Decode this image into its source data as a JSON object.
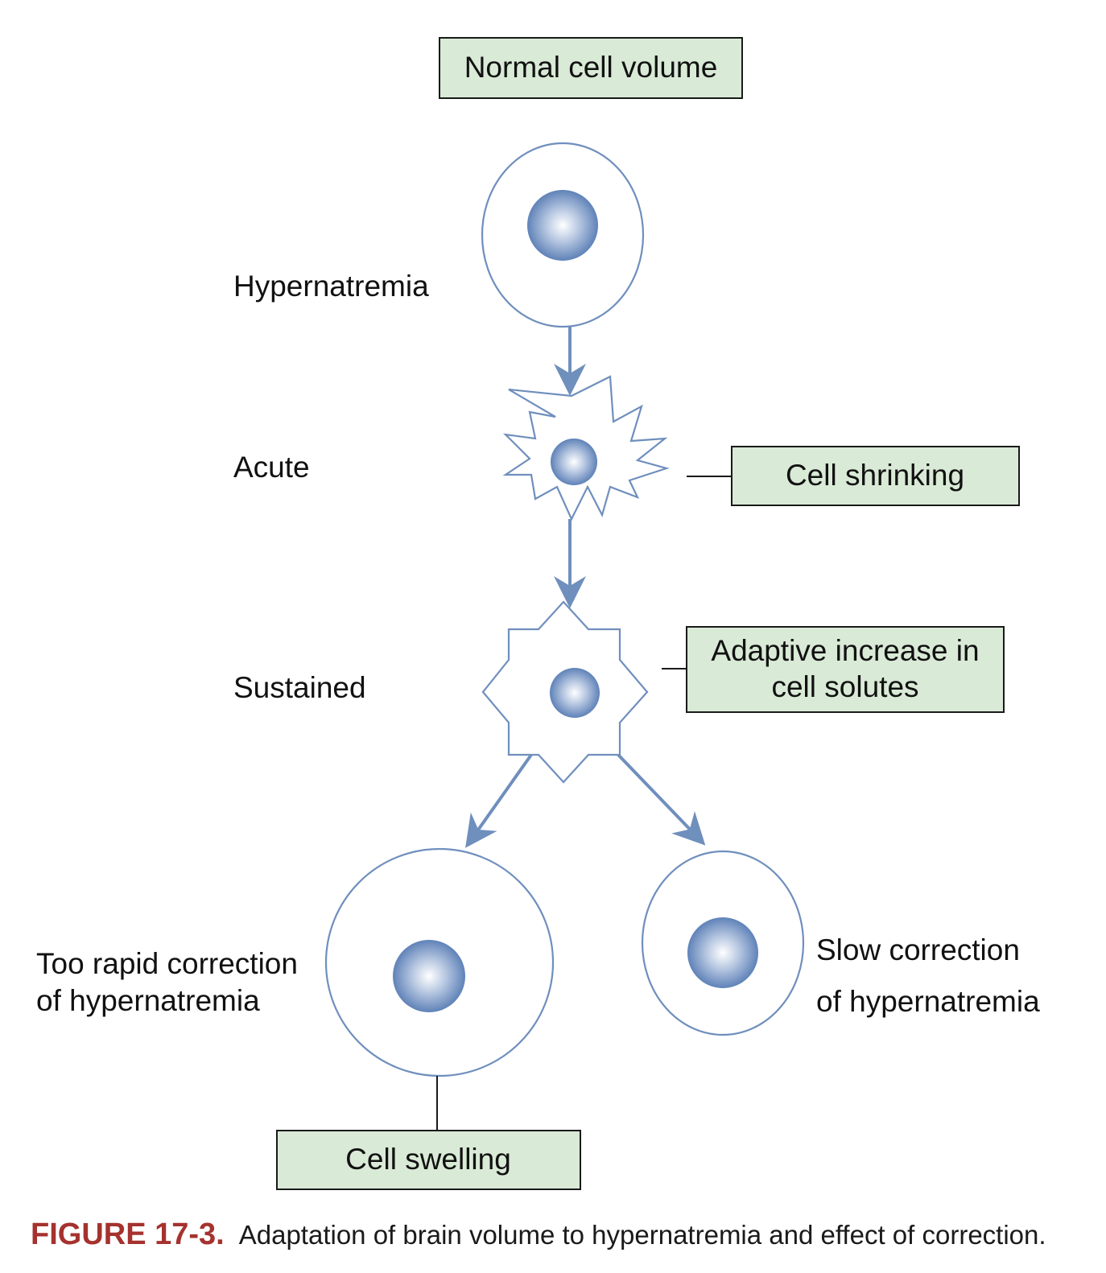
{
  "boxes": {
    "normal": "Normal cell volume",
    "shrinking": "Cell shrinking",
    "adaptive_line1": "Adaptive increase in",
    "adaptive_line2": "cell solutes",
    "swelling": "Cell swelling"
  },
  "labels": {
    "hypernatremia": "Hypernatremia",
    "acute": "Acute",
    "sustained": "Sustained",
    "rapid_line1": "Too rapid correction",
    "rapid_line2": "of hypernatremia",
    "slow_line1": "Slow correction",
    "slow_line2": "of hypernatremia"
  },
  "caption": {
    "number": "FIGURE 17-3.",
    "text": "Adaptation of brain volume to hypernatremia and effect of correction."
  },
  "colors": {
    "box_fill": "#d9ead6",
    "cell_outline": "#6f8fbd",
    "nucleus_center": "#ffffff",
    "nucleus_edge": "#5f82b8",
    "caption_accent": "#a5322e"
  }
}
